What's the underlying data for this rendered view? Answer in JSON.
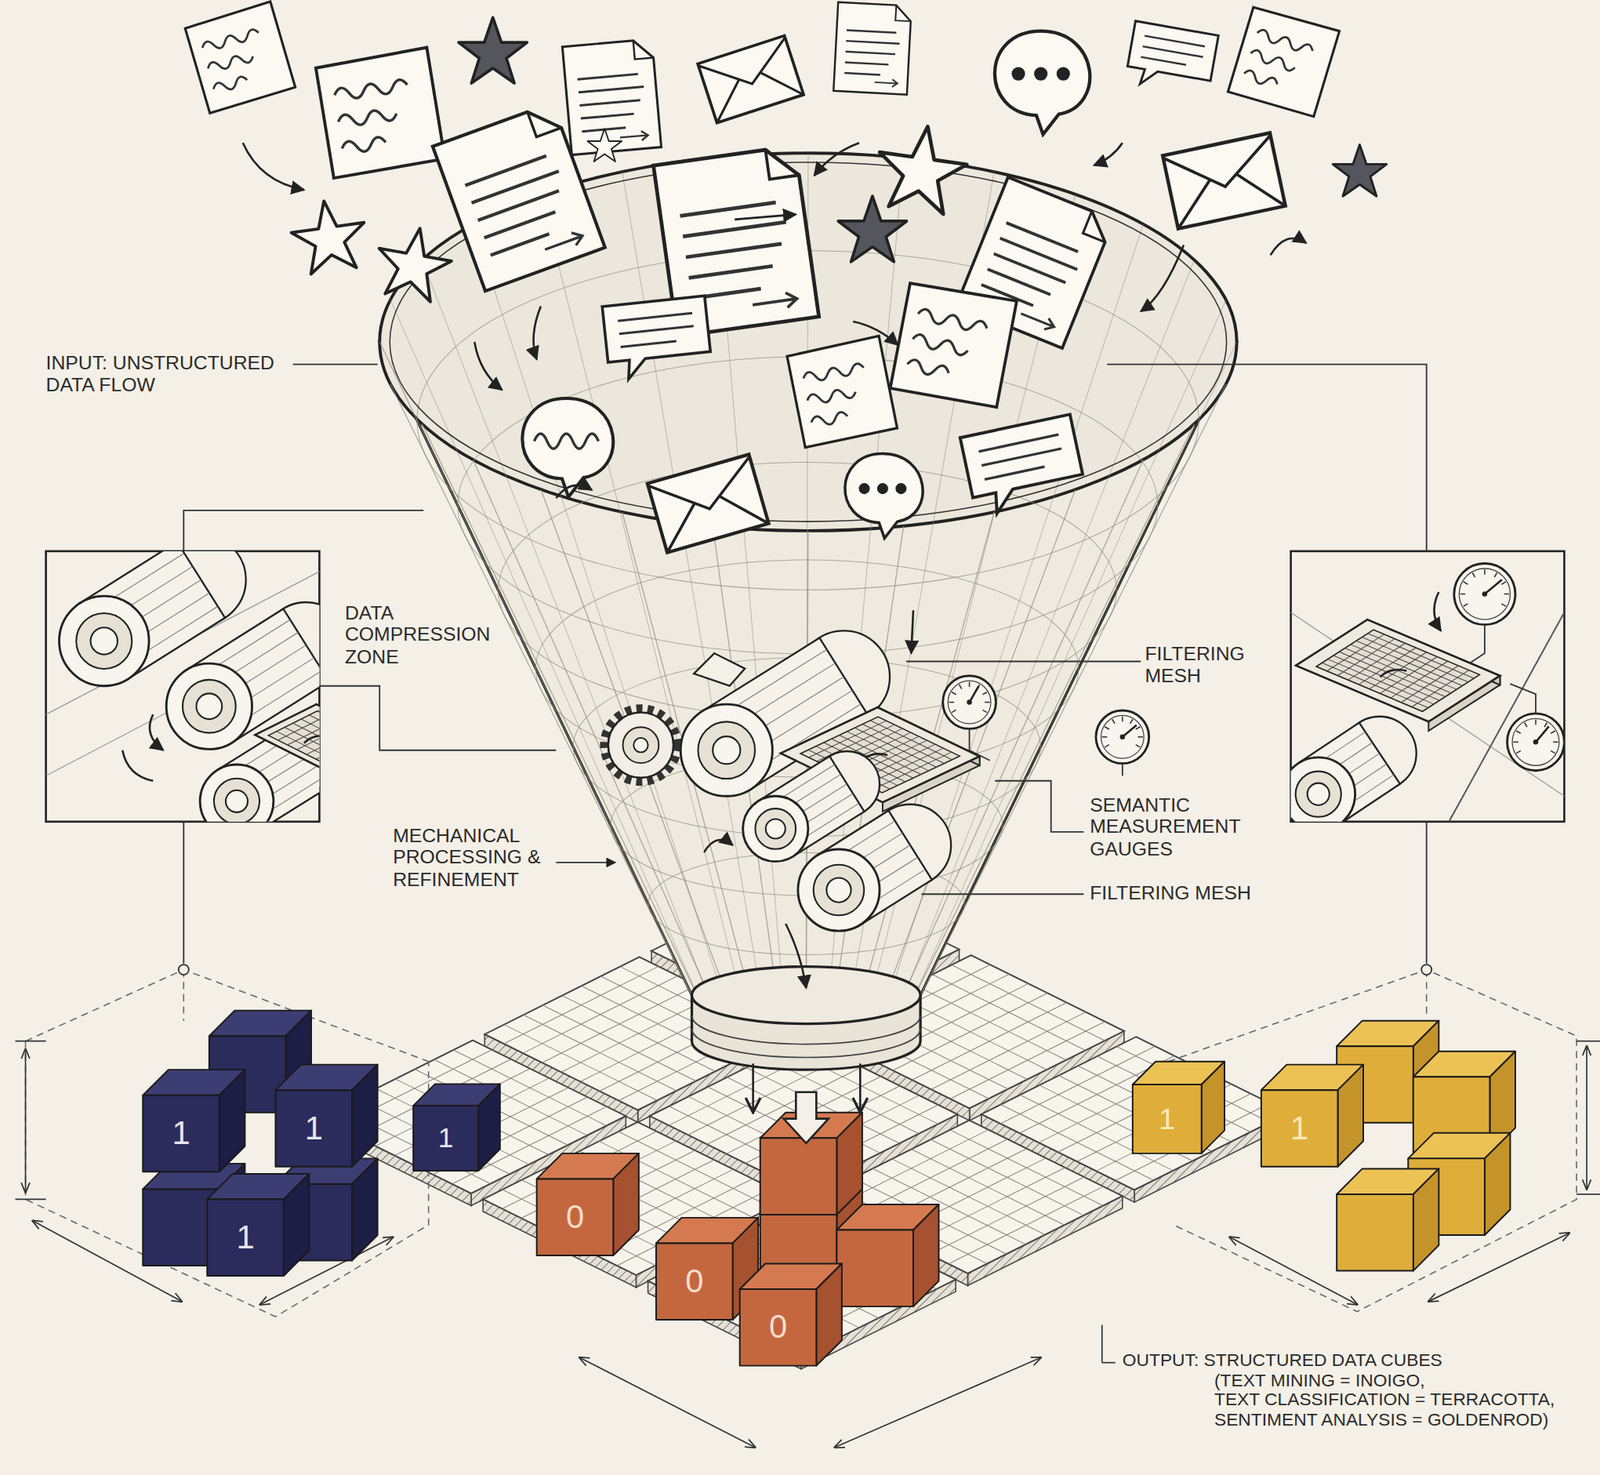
{
  "diagram": {
    "nodes": [
      {
        "text": [
          "1"
        ]
      },
      {
        "text": [
          "1"
        ]
      },
      {
        "text": [
          "1"
        ]
      },
      {
        "text": [
          "1"
        ]
      },
      {
        "text": [
          "0"
        ]
      },
      {
        "text": [
          "0"
        ]
      },
      {
        "text": [
          "0"
        ]
      },
      {
        "text": [
          "1"
        ]
      },
      {
        "text": [
          "1"
        ]
      }
    ],
    "labels": [
      "INPUT: UNSTRUCTURED DATA FLOW",
      "DATA COMPRESSION ZONE",
      "FILTERING MESH",
      "SEMANTIC MEASUREMENT GAUGES",
      "MECHANICAL PROCESSING & REFINEMENT",
      "FILTERING MESH",
      "OUTPUT: STRUCTURED DATA CUBES (TEXT MINING = INOIGO, TEXT CLASSIFICATION = TERRACOTTA, SENTIMENT ANALYSIS = GOLDENROD)"
    ]
  }
}
